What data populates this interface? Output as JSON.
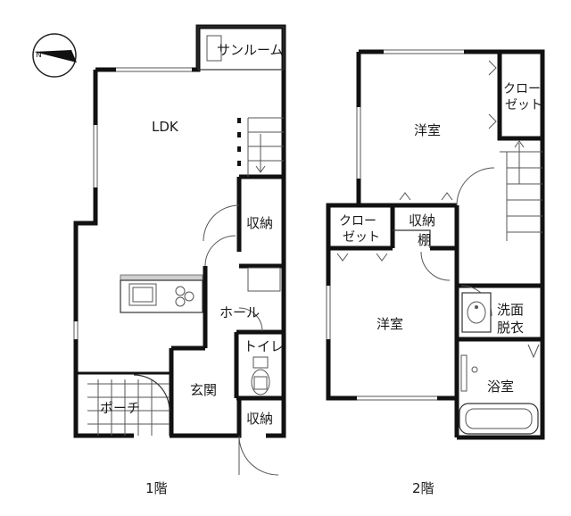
{
  "floors": [
    {
      "label": "1階",
      "rooms": {
        "sunroom": "サンルーム",
        "ldk": "LDK",
        "storage1": "収納",
        "hall": "ホール",
        "toilet": "トイレ",
        "entrance": "玄関",
        "porch": "ポーチ",
        "storage2": "収納"
      }
    },
    {
      "label": "2階",
      "rooms": {
        "western1": "洋室",
        "closet1": "クロー\nゼット",
        "closet2": "クロー\nゼット",
        "storage": "収納",
        "shelf": "棚",
        "western2": "洋室",
        "washroom": "洗面\n脱衣",
        "bath": "浴室"
      }
    }
  ],
  "compass": {
    "north_letter": "N"
  }
}
